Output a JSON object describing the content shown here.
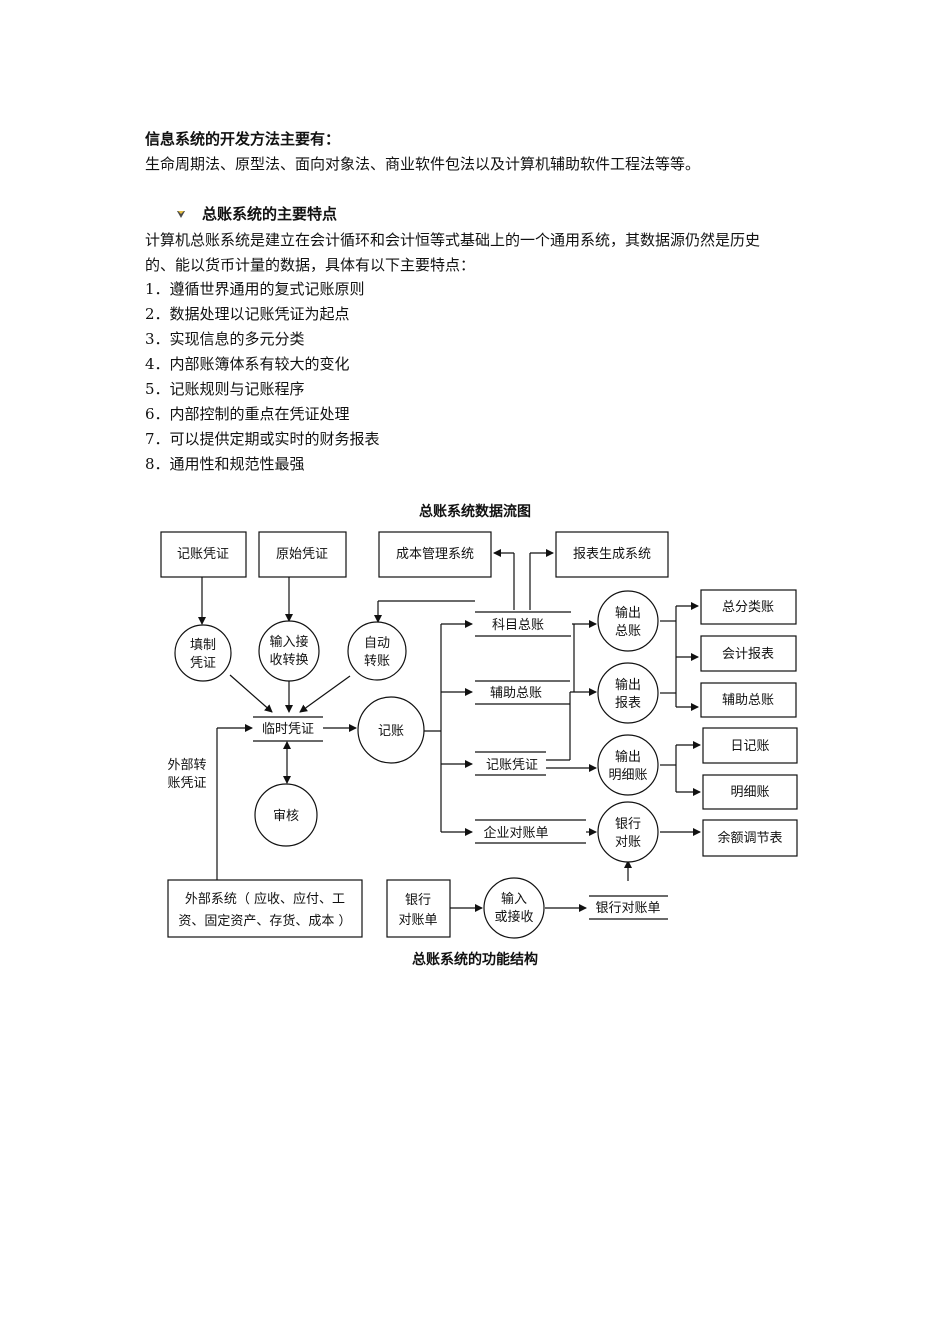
{
  "intro": {
    "heading": "信息系统的开发方法主要有：",
    "text": "生命周期法、原型法、面向对象法、商业软件包法以及计算机辅助软件工程法等等。"
  },
  "section": {
    "title": "总账系统的主要特点",
    "para_line1": "计算机总账系统是建立在会计循环和会计恒等式基础上的一个通用系统，其数据源仍然是历史",
    "para_line2": "的、能以货币计量的数据，具体有以下主要特点：",
    "items": [
      "1．遵循世界通用的复式记账原则",
      "2．数据处理以记账凭证为起点",
      "3．实现信息的多元分类",
      "4．内部账簿体系有较大的变化",
      "5．记账规则与记账程序",
      "6．内部控制的重点在凭证处理",
      "7．可以提供定期或实时的财务报表",
      "8．通用性和规范性最强"
    ]
  },
  "diagram": {
    "title": "总账系统数据流图",
    "caption": "总账系统的功能结构",
    "boxes": {
      "jizhang_pingzheng": "记账凭证",
      "yuanshi_pingzheng": "原始凭证",
      "chengben": "成本管理系统",
      "baobiao_shengcheng": "报表生成系统",
      "zong_fenlei": "总分类账",
      "kuaiji_baobiao": "会计报表",
      "fuzhu_zongzhang_out": "辅助总账",
      "rijizhang": "日记账",
      "mingxizhang": "明细账",
      "yue_tiaojie": "余额调节表",
      "waibu_line1": "外部系统（ 应收、应付、工",
      "waibu_line2": "资、固定资产、存货、成本 ）",
      "yinhang_dz_line1": "银行",
      "yinhang_dz_line2": "对账单"
    },
    "circles": {
      "tianzhi": [
        "填制",
        "凭证"
      ],
      "shuru_jieshou": [
        "输入接",
        "收转换"
      ],
      "zidong": [
        "自动",
        "转账"
      ],
      "jizhang": [
        "记账"
      ],
      "shenhe": [
        "审核"
      ],
      "shuchu_zongzhang": [
        "输出",
        "总账"
      ],
      "shuchu_baobiao": [
        "输出",
        "报表"
      ],
      "shuchu_mingxi": [
        "输出",
        "明细账"
      ],
      "yinhang_duizhang": [
        "银行",
        "对账"
      ],
      "shuru_huojieshou": [
        "输入",
        "或接收"
      ]
    },
    "stores": {
      "linshi": "临时凭证",
      "kemu": "科目总账",
      "fuzhu": "辅助总账",
      "jizhang_pz": "记账凭证",
      "qiye_dzd": "企业对账单",
      "yinhang_dzd": "银行对账单"
    },
    "side_label": [
      "外部转",
      "账凭证"
    ]
  }
}
